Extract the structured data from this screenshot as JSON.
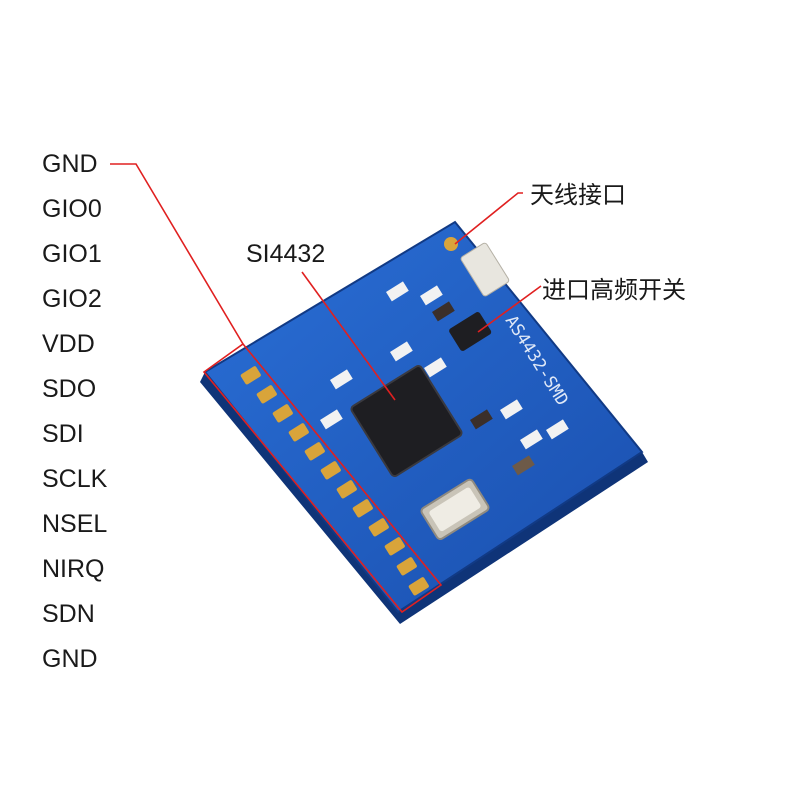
{
  "pins": [
    "GND",
    "GIO0",
    "GIO1",
    "GIO2",
    "VDD",
    "SDO",
    "SDI",
    "SCLK",
    "NSEL",
    "NIRQ",
    "SDN",
    "GND"
  ],
  "callouts": {
    "chip": "SI4432",
    "antenna": "天线接口",
    "switch": "进口高频开关"
  },
  "board": {
    "silkscreen": "AS4432-SMD"
  },
  "colors": {
    "pcb": "#1f5fc4",
    "pcb_dark": "#123f8f",
    "gold": "#d9a43a",
    "line": "#e02020",
    "chip": "#1e1e22"
  }
}
